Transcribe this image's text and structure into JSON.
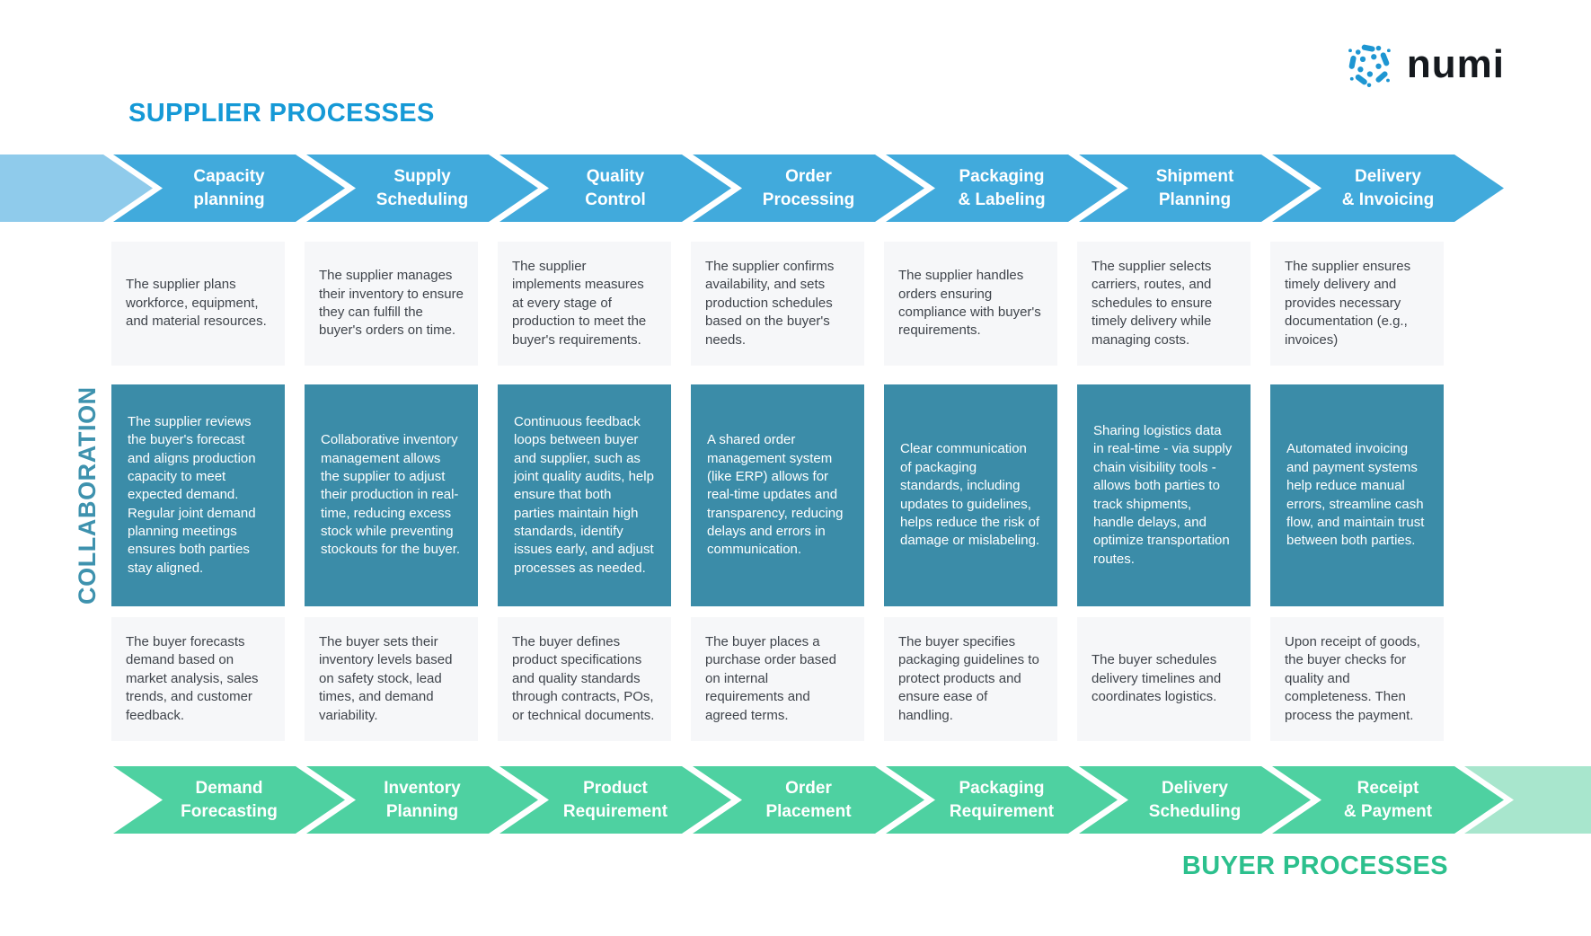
{
  "logo": {
    "text": "numi",
    "icon_color": "#1E96D2",
    "text_color": "#15191E"
  },
  "supplier": {
    "title": "SUPPLIER PROCESSES",
    "title_color": "#1599D6",
    "arrow_color": "#41AADC",
    "lead_segment_color": "#8FCBEB"
  },
  "buyer": {
    "title": "BUYER PROCESSES",
    "title_color": "#2CC08D",
    "arrow_color": "#4ED1A1",
    "tail_segment_color": "#A8E6CD"
  },
  "collaboration": {
    "label": "COLLABORATION",
    "label_color": "#3E92AE",
    "card_color": "#3B8CA8"
  },
  "activity_card_color": "#F6F7F9",
  "columns": [
    {
      "supplier_step": "Capacity\nplanning",
      "supplier_activity": "The supplier plans workforce, equipment, and material resources.",
      "collaboration": "The supplier reviews the buyer's forecast and aligns production capacity to meet expected demand. Regular joint demand planning meetings ensures both parties stay aligned.",
      "buyer_activity": "The buyer forecasts demand based on market analysis, sales trends, and customer feedback.",
      "buyer_step": "Demand\nForecasting"
    },
    {
      "supplier_step": "Supply\nScheduling",
      "supplier_activity": "The supplier manages their inventory to ensure they can fulfill the buyer's orders on time.",
      "collaboration": "Collaborative inventory management allows the supplier to adjust their production in real-time, reducing excess stock while preventing stockouts for the buyer.",
      "buyer_activity": "The buyer sets their inventory levels based on safety stock, lead times, and demand variability.",
      "buyer_step": "Inventory\nPlanning"
    },
    {
      "supplier_step": "Quality\nControl",
      "supplier_activity": "The supplier implements measures at every stage of production to meet the buyer's requirements.",
      "collaboration": "Continuous feedback loops between buyer and supplier, such as joint quality audits, help ensure that both parties maintain high standards, identify issues early, and adjust processes as needed.",
      "buyer_activity": "The buyer defines product specifications and quality standards through contracts, POs, or technical documents.",
      "buyer_step": "Product\nRequirement"
    },
    {
      "supplier_step": "Order\nProcessing",
      "supplier_activity": "The supplier confirms availability, and sets production schedules based on the buyer's needs.",
      "collaboration": "A shared order management system (like ERP) allows for real-time updates and transparency, reducing delays and errors in communication.",
      "buyer_activity": "The buyer places a purchase order based on internal requirements and agreed terms.",
      "buyer_step": "Order\nPlacement"
    },
    {
      "supplier_step": "Packaging\n& Labeling",
      "supplier_activity": "The supplier handles orders ensuring compliance with buyer's requirements.",
      "collaboration": "Clear communication of packaging standards, including updates to guidelines, helps reduce the risk of damage or mislabeling.",
      "buyer_activity": "The buyer specifies packaging guidelines to protect products and ensure ease of handling.",
      "buyer_step": "Packaging\nRequirement"
    },
    {
      "supplier_step": "Shipment\nPlanning",
      "supplier_activity": "The supplier selects carriers, routes, and schedules to ensure timely delivery while managing costs.",
      "collaboration": "Sharing logistics data in real-time - via supply chain visibility tools - allows both parties to track shipments, handle delays, and optimize transportation routes.",
      "buyer_activity": "The buyer schedules delivery timelines and coordinates logistics.",
      "buyer_step": "Delivery\nScheduling"
    },
    {
      "supplier_step": "Delivery\n& Invoicing",
      "supplier_activity": "The supplier ensures timely delivery and provides necessary documentation (e.g., invoices)",
      "collaboration": "Automated invoicing and payment systems help reduce manual errors, streamline cash flow, and maintain trust between both parties.",
      "buyer_activity": "Upon receipt of goods, the buyer checks for quality and completeness. Then process the payment.",
      "buyer_step": "Receipt\n& Payment"
    }
  ]
}
